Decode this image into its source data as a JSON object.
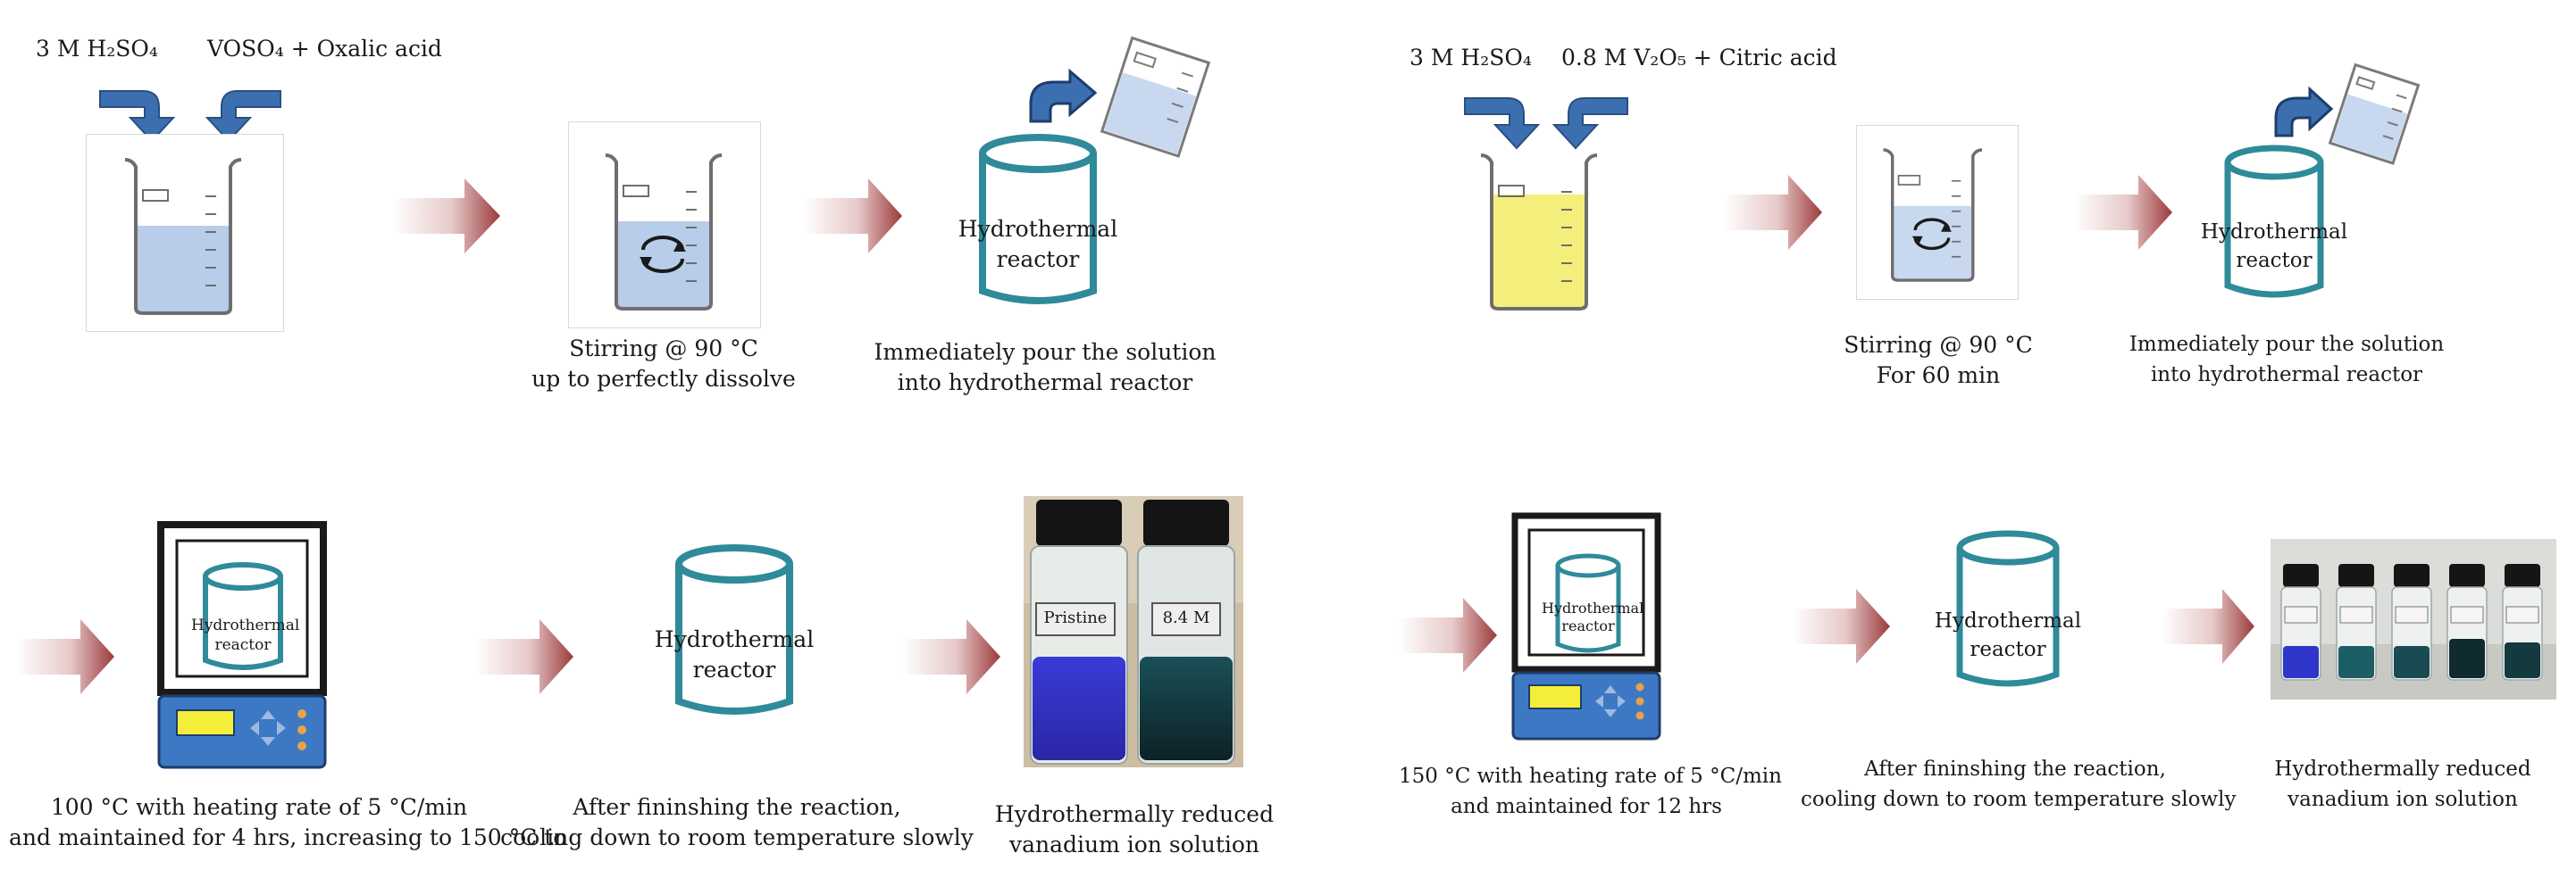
{
  "left_panel": {
    "reagent_acid": "3 M H₂SO₄",
    "reagent_vanadium": "VOSO₄ + Oxalic acid",
    "step_stir": [
      "Stirring @ 90 °C",
      "up to perfectly dissolve"
    ],
    "step_pour": [
      "Immediately pour the solution",
      "into hydrothermal reactor"
    ],
    "reactor_label": [
      "Hydrothermal",
      "reactor"
    ],
    "step_heat": [
      "100 °C with heating rate of 5 °C/min",
      "and maintained for 4 hrs, increasing to 150 °C to"
    ],
    "step_cool": [
      "After fininshing the reaction,",
      "cooling down to room temperature slowly"
    ],
    "step_result": [
      "Hydrothermally reduced",
      "vanadium ion solution"
    ],
    "vial_labels": [
      "Pristine",
      "8.4 M"
    ]
  },
  "right_panel": {
    "reagent_acid": "3 M H₂SO₄",
    "reagent_vanadium": "0.8 M V₂O₅ + Citric acid",
    "step_stir": [
      "Stirring @ 90 °C",
      "For 60 min"
    ],
    "step_pour": [
      "Immediately pour the solution",
      "into hydrothermal reactor"
    ],
    "reactor_label": [
      "Hydrothermal",
      "reactor"
    ],
    "step_heat": [
      "150 °C with heating rate of 5 °C/min",
      "and maintained for 12 hrs"
    ],
    "step_cool": [
      "After fininshing the reaction,",
      "cooling down to room temperature slowly"
    ],
    "step_result": [
      "Hydrothermally reduced",
      "vanadium ion solution"
    ]
  },
  "colors": {
    "arrow_dark": "#9b3a3a",
    "arrow_light": "#f2e4e4",
    "reactor_stroke": "#2f8a9a",
    "blue_arrow": "#3b6fb0",
    "liquid_blue": "#b7cdea",
    "liquid_yellow": "#f4ef7a",
    "oven_display": "#f4ee3a",
    "oven_panel": "#3d78c4"
  }
}
